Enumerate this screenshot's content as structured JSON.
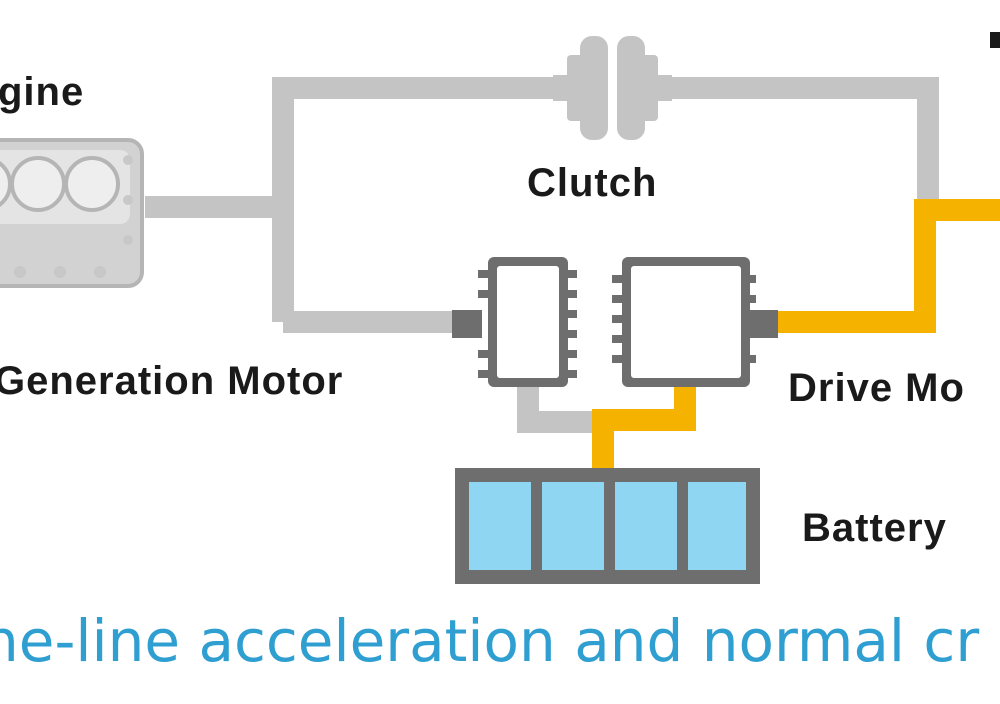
{
  "labels": {
    "engine": "gine",
    "clutch": "Clutch",
    "generation_motor": "Generation Motor",
    "drive_motor": "Drive Mo",
    "battery": "Battery"
  },
  "caption": "ne-line acceleration and normal cr",
  "colors": {
    "shaft_gray": "#c4c4c4",
    "motor_outline": "#6e6e6e",
    "energy_flow": "#f5b300",
    "battery_cell": "#8fd6f2",
    "battery_frame": "#6e6e6e",
    "caption": "#2f9fd1",
    "label": "#1a1a1a"
  }
}
